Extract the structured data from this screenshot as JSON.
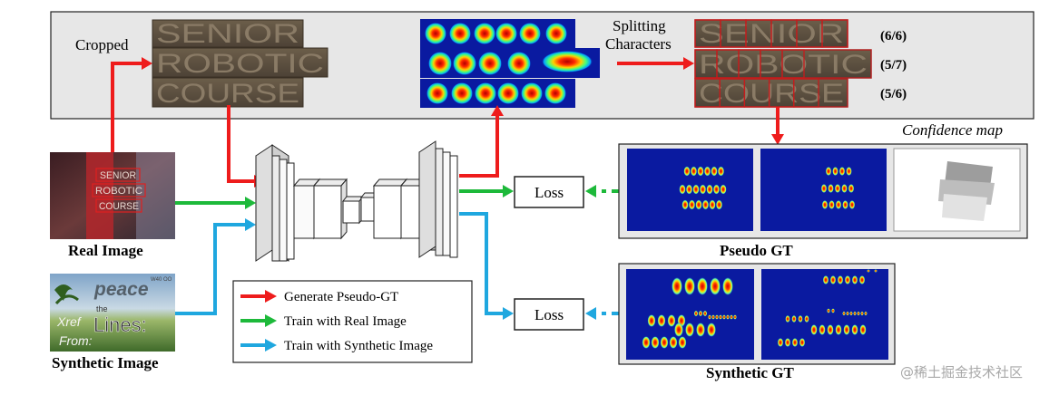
{
  "labels": {
    "cropped": "Cropped",
    "splitting_characters_line1": "Splitting",
    "splitting_characters_line2": "Characters",
    "confidence_map": "Confidence  map",
    "real_image": "Real  Image",
    "synthetic_image": "Synthetic Image",
    "pseudo_gt": "Pseudo GT",
    "synthetic_gt": "Synthetic GT",
    "loss_top": "Loss",
    "loss_bottom": "Loss",
    "watermark": "@稀土掘金技术社区"
  },
  "words": {
    "w1": "SENIOR",
    "w2": "ROBOTIC",
    "w3": "COURSE"
  },
  "fractions": {
    "f1": "(6/6)",
    "f2": "(5/7)",
    "f3": "(5/6)"
  },
  "synthetic_text": {
    "peace": "peace",
    "the": "the",
    "xref": "Xref",
    "lines": "Lines:",
    "from": "From:",
    "corner": "W40 OO"
  },
  "legend": [
    {
      "label": "Generate Pseudo-GT",
      "color": "#ee1c1c"
    },
    {
      "label": "Train with Real Image",
      "color": "#1db93a"
    },
    {
      "label": "Train with Synthetic Image",
      "color": "#1fa7df"
    }
  ],
  "colors": {
    "red": "#ee1c1c",
    "green": "#1db93a",
    "blue": "#1fa7df",
    "heatmap_bg": "#0a1aa0",
    "panel_bg": "#e7e7e7"
  }
}
